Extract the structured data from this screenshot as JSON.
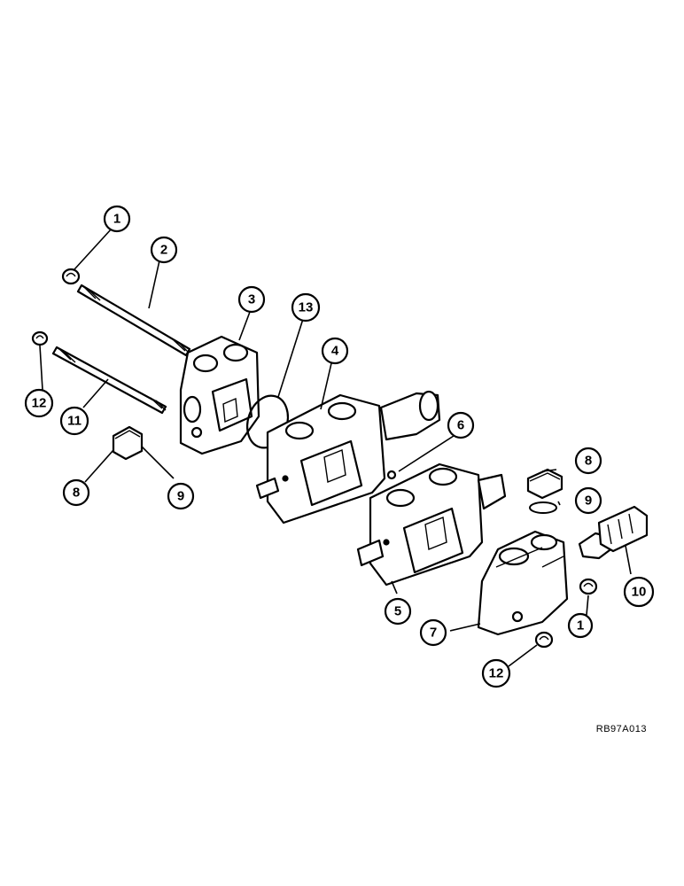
{
  "figure_ref": "RB97A013",
  "callouts": [
    {
      "id": "c1a",
      "label": "1"
    },
    {
      "id": "c2",
      "label": "2"
    },
    {
      "id": "c3",
      "label": "3"
    },
    {
      "id": "c13",
      "label": "13"
    },
    {
      "id": "c4",
      "label": "4"
    },
    {
      "id": "c12a",
      "label": "12"
    },
    {
      "id": "c11",
      "label": "11"
    },
    {
      "id": "c6",
      "label": "6"
    },
    {
      "id": "c8a",
      "label": "8"
    },
    {
      "id": "c9a",
      "label": "9"
    },
    {
      "id": "c8b",
      "label": "8"
    },
    {
      "id": "c9b",
      "label": "9"
    },
    {
      "id": "c10",
      "label": "10"
    },
    {
      "id": "c5",
      "label": "5"
    },
    {
      "id": "c7",
      "label": "7"
    },
    {
      "id": "c1b",
      "label": "1"
    },
    {
      "id": "c12b",
      "label": "12"
    }
  ]
}
